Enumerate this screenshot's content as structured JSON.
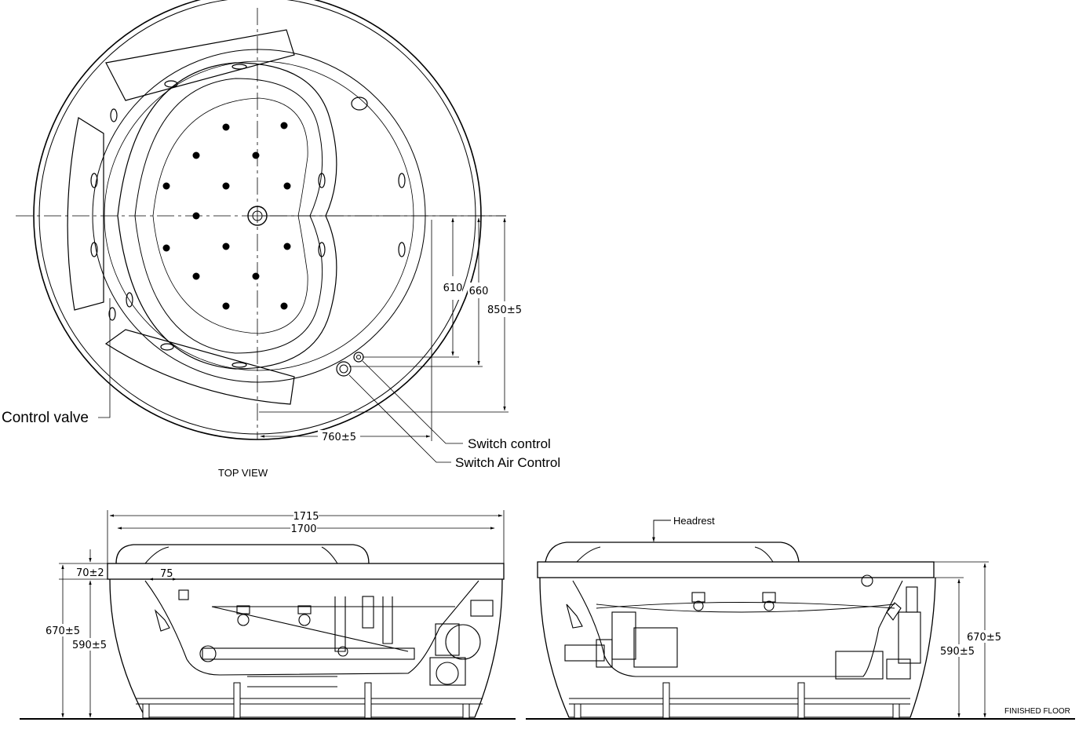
{
  "top_view": {
    "title": "TOP VIEW",
    "labels": {
      "control_valve": "Control valve",
      "switch_control": "Switch control",
      "switch_air_control": "Switch Air Control"
    },
    "dimensions": {
      "d610": "610",
      "d660": "660",
      "d850": "850±5",
      "d760": "760±5"
    }
  },
  "front_view": {
    "dimensions": {
      "d1715": "1715",
      "d1700": "1700",
      "d70": "70±2",
      "d75": "75",
      "d670": "670±5",
      "d590": "590±5"
    }
  },
  "side_view": {
    "labels": {
      "headrest": "Headrest",
      "finished_floor": "FINISHED FLOOR"
    },
    "dimensions": {
      "d670": "670±5",
      "d590": "590±5"
    }
  }
}
